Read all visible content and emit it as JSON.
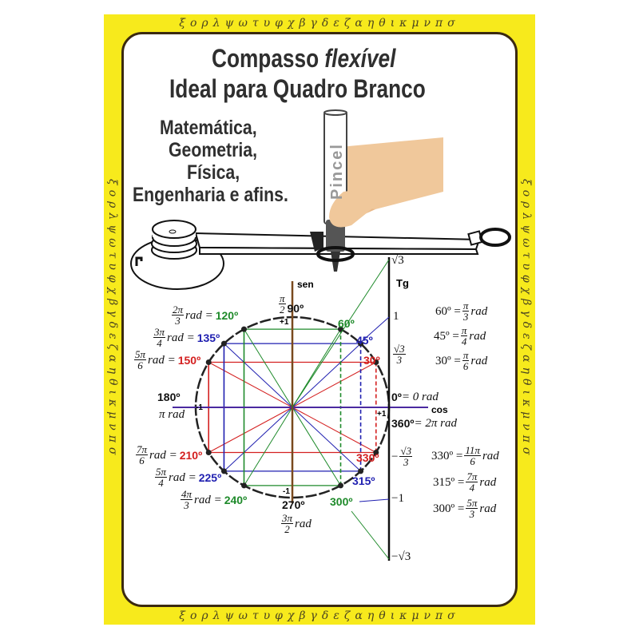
{
  "border_letters": "ξορλψωτυφχβγδεζαηθικμνπσ",
  "title": {
    "line1_a": "Compasso",
    "line1_b": "flexível",
    "line2": "Ideal para Quadro Branco"
  },
  "subjects": [
    "Matemática,",
    "Geometria,",
    "Física,",
    "Engenharia e afins."
  ],
  "marker_label": "Pincel",
  "colors": {
    "red": "#d42020",
    "blue": "#1f1fb0",
    "green": "#1e8a2a",
    "axis_h": "#4b2aa0",
    "axis_v": "#7a4a1e",
    "yellow": "#f7ea1c"
  },
  "axes": {
    "sen": "sen",
    "cos": "cos",
    "tg": "Tg",
    "plus_one": "+1",
    "minus_one": "-1"
  },
  "angle_labels": [
    {
      "id": "120",
      "num": "2π",
      "den": "3",
      "text": "rad =",
      "deg": "120º",
      "color": "green"
    },
    {
      "id": "135",
      "num": "3π",
      "den": "4",
      "text": "rad =",
      "deg": "135º",
      "color": "blue"
    },
    {
      "id": "150",
      "num": "5π",
      "den": "6",
      "text": "rad =",
      "deg": "150º",
      "color": "red"
    },
    {
      "id": "210",
      "num": "7π",
      "den": "6",
      "text": "rad =",
      "deg": "210º",
      "color": "red"
    },
    {
      "id": "225",
      "num": "5π",
      "den": "4",
      "text": "rad =",
      "deg": "225º",
      "color": "blue"
    },
    {
      "id": "240",
      "num": "4π",
      "den": "3",
      "text": "rad =",
      "deg": "240º",
      "color": "green"
    }
  ],
  "quadrant_labels": {
    "deg90": "90º",
    "rad90_num": "π",
    "rad90_den": "2",
    "deg180": "180º",
    "rad180": "π rad",
    "deg270": "270º",
    "rad270_num": "3π",
    "rad270_den": "2",
    "rad270_unit": "rad",
    "deg0": "0º",
    "rad0": "= 0 rad",
    "deg360": "360º",
    "rad360": "= 2π rad",
    "deg60": "60º",
    "deg45": "45º",
    "deg30": "30º",
    "deg330": "330º",
    "deg315": "315º",
    "deg300": "300º"
  },
  "tangent_ticks": {
    "sqrt3": "√3",
    "one": "1",
    "sqrt3_3_num": "√3",
    "sqrt3_3_den": "3",
    "neg_sqrt3_3_num": "√3",
    "neg_sqrt3_3_den": "3",
    "neg_one": "−1",
    "neg_sqrt3": "−√3",
    "minus": "−"
  },
  "equations": [
    {
      "deg": "60º =",
      "num": "π",
      "den": "3",
      "unit": "rad"
    },
    {
      "deg": "45º =",
      "num": "π",
      "den": "4",
      "unit": "rad"
    },
    {
      "deg": "30º =",
      "num": "π",
      "den": "6",
      "unit": "rad"
    },
    {
      "deg": "330º =",
      "num": "11π",
      "den": "6",
      "unit": "rad"
    },
    {
      "deg": "315º =",
      "num": "7π",
      "den": "4",
      "unit": "rad"
    },
    {
      "deg": "300º =",
      "num": "5π",
      "den": "3",
      "unit": "rad"
    }
  ]
}
